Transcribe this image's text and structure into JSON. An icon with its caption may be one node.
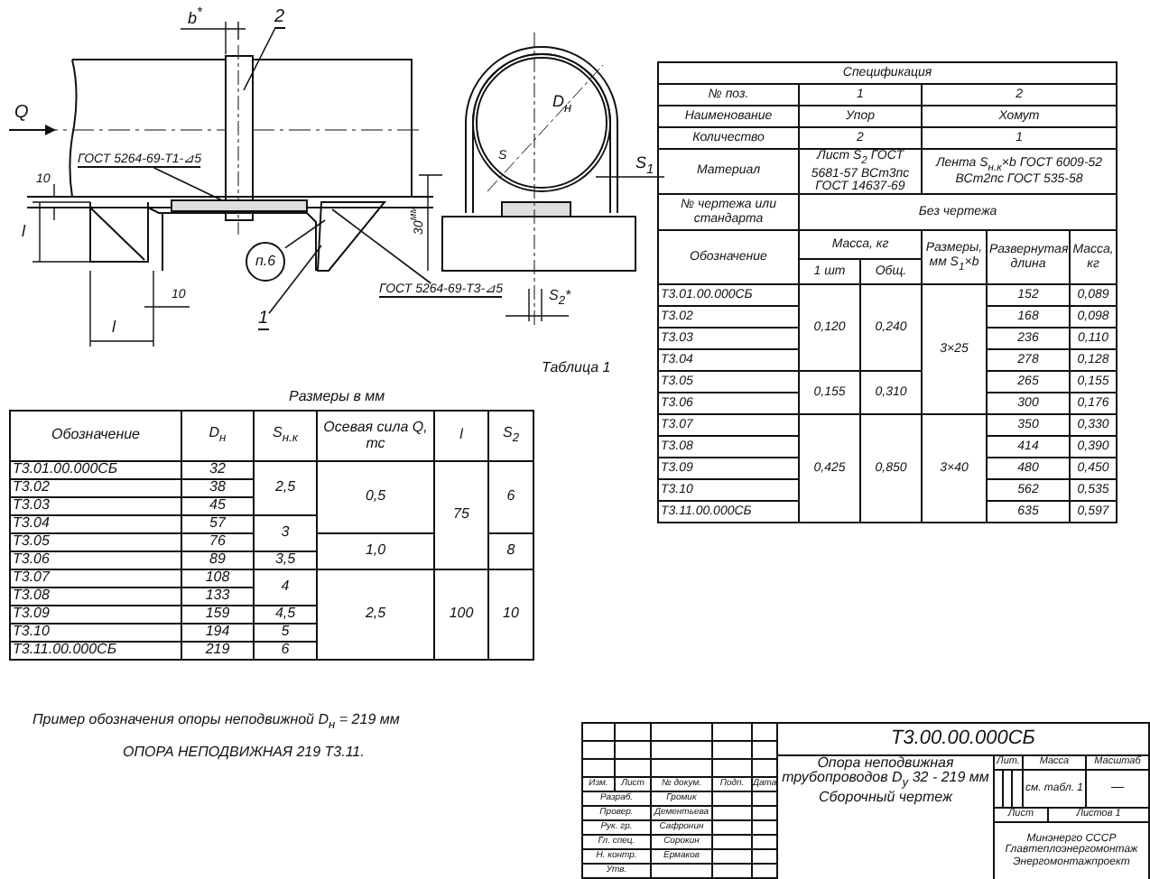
{
  "diagram": {
    "nodes": [
      {
        "text": [
          "2"
        ]
      },
      {
        "text": [
          "1"
        ]
      },
      {
        "text": [
          "п.6"
        ]
      },
      {
        "text": [
          "ГОСТ 5264-69-Т1-⊿5"
        ]
      },
      {
        "text": [
          "ГОСТ 5264-69-Т3-⊿5"
        ]
      }
    ],
    "edges": [
      {
        "from": 0,
        "to": null,
        "arrow": "none"
      },
      {
        "from": 1,
        "to": null,
        "arrow": "none"
      },
      {
        "from": 2,
        "to": null,
        "arrow": "none"
      },
      {
        "from": 3,
        "to": null,
        "arrow": "none"
      },
      {
        "from": 4,
        "to": null,
        "arrow": "none"
      }
    ],
    "labels": [
      "b$^{*}$",
      "Q",
      "10",
      "l",
      "30$^{мм}$",
      "10",
      "l",
      "D$_{н}$",
      "S$_{1}$",
      "S$_{2}$*",
      "Таблица 1",
      "Размеры в мм",
      "Обозначение",
      "D$_{н}$",
      "S$_{н.к}$",
      "Осевая сила Q, тс",
      "l",
      "S$_{2}$",
      "Т3.01.00.000СБ",
      "32",
      "2,5",
      "0,5",
      "75",
      "6",
      "Т3.02",
      "38",
      "Т3.03",
      "45",
      "Т3.04",
      "57",
      "3",
      "Т3.05",
      "76",
      "1,0",
      "8",
      "Т3.06",
      "89",
      "3,5",
      "Т3.07",
      "108",
      "4",
      "2,5",
      "100",
      "10",
      "Т3.08",
      "133",
      "Т3.09",
      "159",
      "4,5",
      "Т3.10",
      "194",
      "5",
      "Т3.11.00.000СБ",
      "219",
      "6",
      "Пример обозначения опоры неподвижной D$_{н}$ = 219 мм",
      "ОПОРА НЕПОДВИЖНАЯ 219 Т3.11.",
      "Спецификация",
      "№ поз.",
      "1",
      "2",
      "Наименование",
      "Упор",
      "Хомут",
      "Количество",
      "2",
      "1",
      "Материал",
      "Лист S$_{2}$ ГОСТ 5681-57 ВСт3пс ГОСТ 14637-69",
      "Лента S$_{н.к}$×b ГОСТ 6009-52 ВСт2пс ГОСТ 535-58",
      "№ чертежа или стандарта",
      "Без чертежа",
      "Обозначение",
      "Масса, кг",
      "Размеры, мм S$_{1}$×b",
      "Развернутая длина",
      "Масса, кг",
      "1 шт",
      "Общ.",
      "Т3.01.00.000СБ",
      "0,120",
      "0,240",
      "3×25",
      "152",
      "0,089",
      "Т3.02",
      "168",
      "0,098",
      "Т3.03",
      "236",
      "0,110",
      "Т3.04",
      "278",
      "0,128",
      "Т3.05",
      "0,155",
      "0,310",
      "265",
      "0,155",
      "Т3.06",
      "300",
      "0,176",
      "Т3.07",
      "0,425",
      "0,850",
      "3×40",
      "350",
      "0,330",
      "Т3.08",
      "414",
      "0,390",
      "Т3.09",
      "480",
      "0,450",
      "Т3.10",
      "562",
      "0,535",
      "Т3.11.00.000СБ",
      "635",
      "0,597",
      "Т3.00.00.000СБ",
      "Опора неподвижная трубопроводов D$_{у}$ 32 - 219 мм Сборочный чертеж",
      "Лит.",
      "Масса",
      "Масштаб",
      "см. табл. 1",
      "—",
      "Лист",
      "Листов 1",
      "Минэнерго СССР Главтеплоэнергомонтаж Энергомонтажпроект",
      "Изм.",
      "Лист",
      "№ докум.",
      "Подп.",
      "Дата",
      "Разраб.",
      "Громик",
      "Провер.",
      "Дементьева",
      "Рук. гр.",
      "Сафронин",
      "Гл. спец.",
      "Сорокин",
      "Н. контр.",
      "Ермаков",
      "Утв.",
      "S"
    ]
  }
}
